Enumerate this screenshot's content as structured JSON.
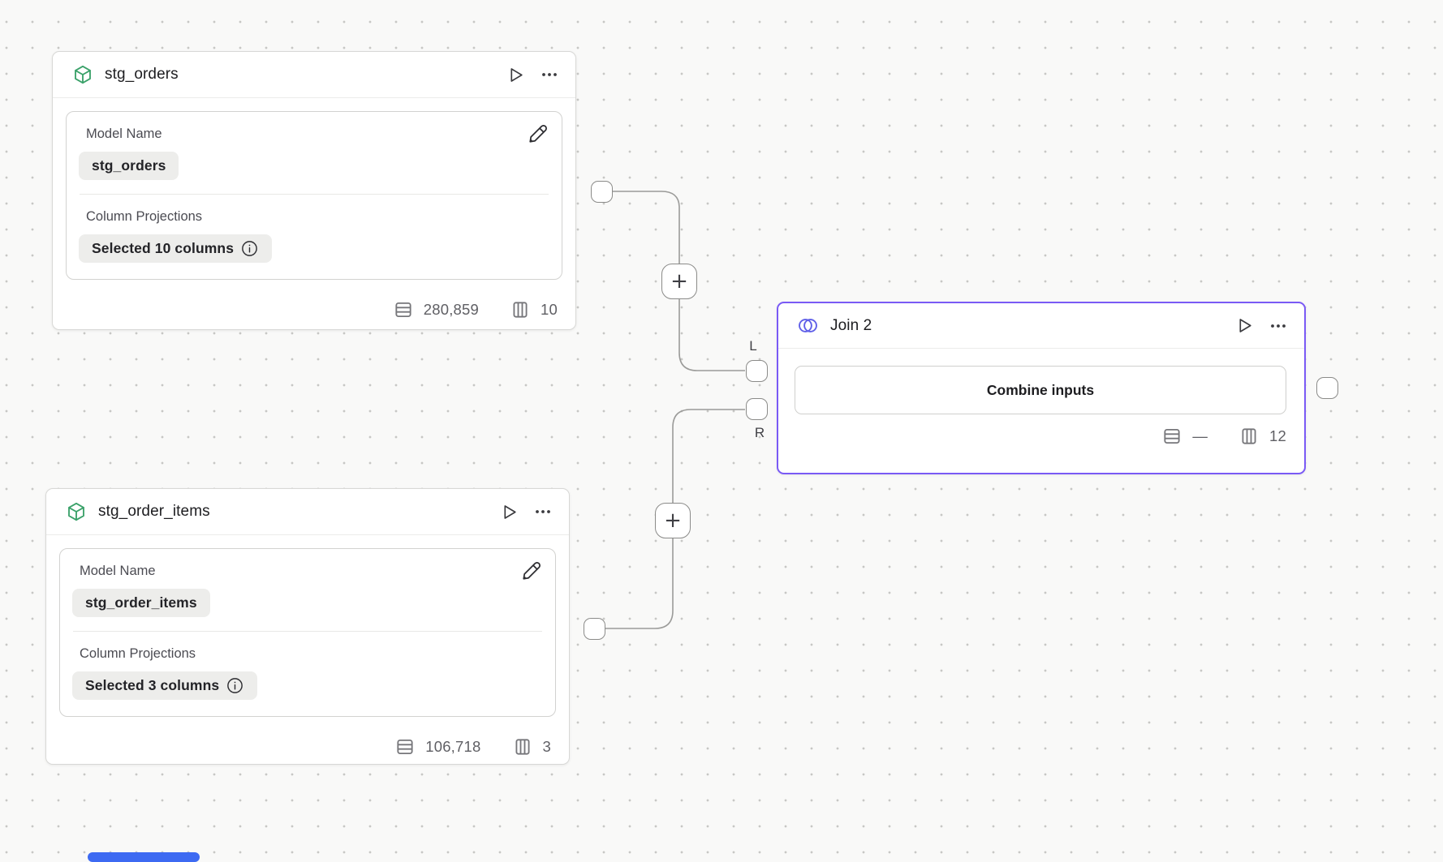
{
  "canvas": {
    "background_color": "#f9f9f8",
    "accent_color": "#7a5af5",
    "add_connector_label": "+"
  },
  "nodes": {
    "stg_orders": {
      "title": "stg_orders",
      "model_name_label": "Model Name",
      "model_name_value": "stg_orders",
      "column_projections_label": "Column Projections",
      "column_projections_value": "Selected 10 columns",
      "row_count": "280,859",
      "column_count": "10"
    },
    "stg_order_items": {
      "title": "stg_order_items",
      "model_name_label": "Model Name",
      "model_name_value": "stg_order_items",
      "column_projections_label": "Column Projections",
      "column_projections_value": "Selected 3 columns",
      "row_count": "106,718",
      "column_count": "3"
    },
    "join": {
      "title": "Join 2",
      "combine_button_label": "Combine inputs",
      "row_count": "—",
      "column_count": "12",
      "left_input_label": "L",
      "right_input_label": "R"
    }
  }
}
